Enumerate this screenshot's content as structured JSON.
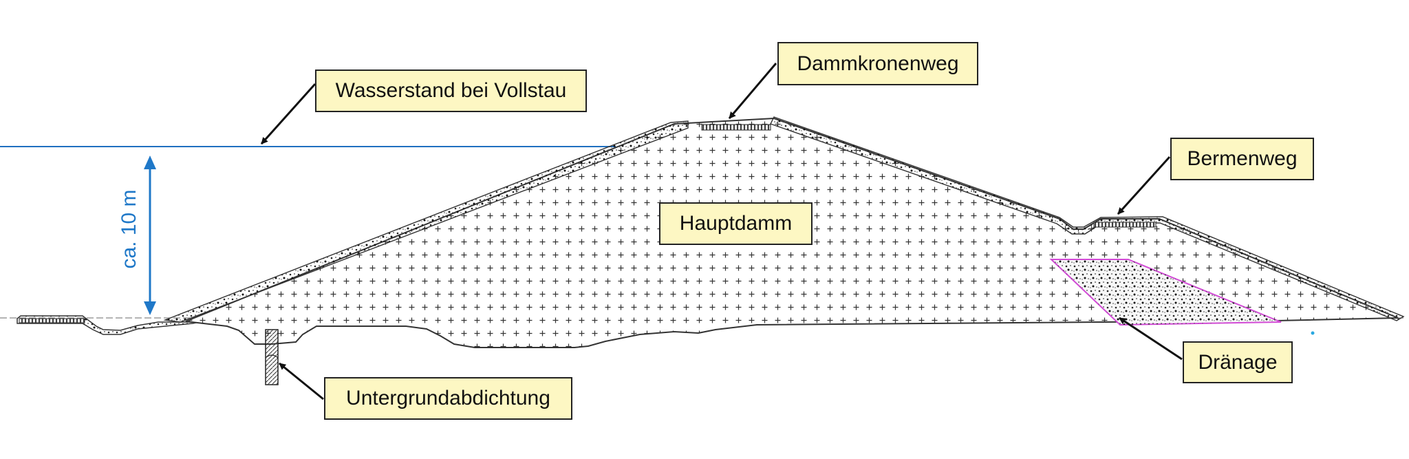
{
  "labels": {
    "water_level": "Wasserstand bei Vollstau",
    "crest_road": "Dammkronenweg",
    "berm_road": "Bermenweg",
    "main_dam": "Hauptdamm",
    "drainage": "Dränage",
    "subsoil_seal": "Untergrundabdichtung"
  },
  "dimension": {
    "text": "ca. 10 m"
  },
  "colors": {
    "label_fill": "#fdf7c3",
    "water_line": "#1f6fc0",
    "dimension": "#1f78c8",
    "drainage_outline": "#d24bd6",
    "outline": "#222222"
  }
}
